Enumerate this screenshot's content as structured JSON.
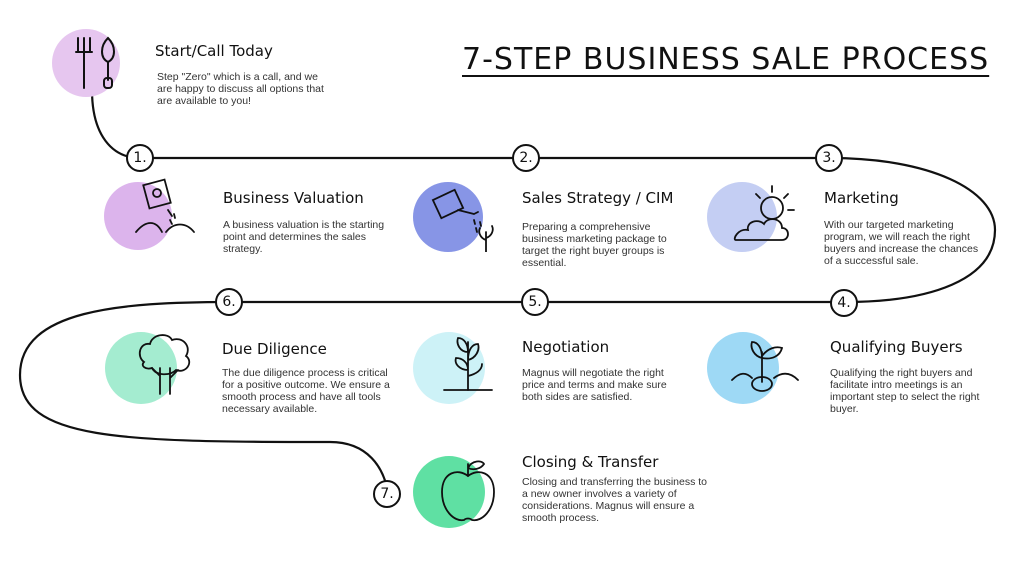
{
  "title": "7-STEP BUSINESS SALE PROCESS",
  "colors": {
    "path": "#111111",
    "lavender": "#e6c6ef",
    "violet": "#dcb4ec",
    "indigo": "#8795e6",
    "periwinkle": "#c4cef3",
    "mint": "#a4ecd0",
    "ice": "#cdf2f7",
    "sky": "#9ed9f5",
    "green": "#5fe0a3"
  },
  "start": {
    "title": "Start/Call Today",
    "desc": "Step \"Zero\" which is a call, and we are happy to discuss all options that are available to you!",
    "icon": "garden-tools-icon"
  },
  "steps": [
    {
      "num": "1.",
      "title": "Business Valuation",
      "desc": "A business valuation is the starting point and determines the sales strategy.",
      "icon": "seed-packet-icon"
    },
    {
      "num": "2.",
      "title": "Sales Strategy / CIM",
      "desc": "Preparing a comprehensive business marketing package to target the right buyer groups is essential.",
      "icon": "watering-can-icon"
    },
    {
      "num": "3.",
      "title": "Marketing",
      "desc": "With our targeted marketing program, we will reach the right buyers and increase the chances of a successful sale.",
      "icon": "sun-cloud-icon"
    },
    {
      "num": "4.",
      "title": "Qualifying Buyers",
      "desc": "Qualifying the right buyers and facilitate intro meetings is an important step to select the right buyer.",
      "icon": "sprouting-seed-icon"
    },
    {
      "num": "5.",
      "title": "Negotiation",
      "desc": "Magnus will negotiate the right price and terms and make sure both sides are satisfied.",
      "icon": "growing-plant-icon"
    },
    {
      "num": "6.",
      "title": "Due Diligence",
      "desc": "The due diligence process is critical for a positive outcome. We ensure a smooth process and have all tools necessary available.",
      "icon": "tree-icon"
    },
    {
      "num": "7.",
      "title": "Closing & Transfer",
      "desc": "Closing and transferring the business to a new owner involves a variety of considerations. Magnus will ensure a smooth process.",
      "icon": "apple-icon"
    }
  ]
}
